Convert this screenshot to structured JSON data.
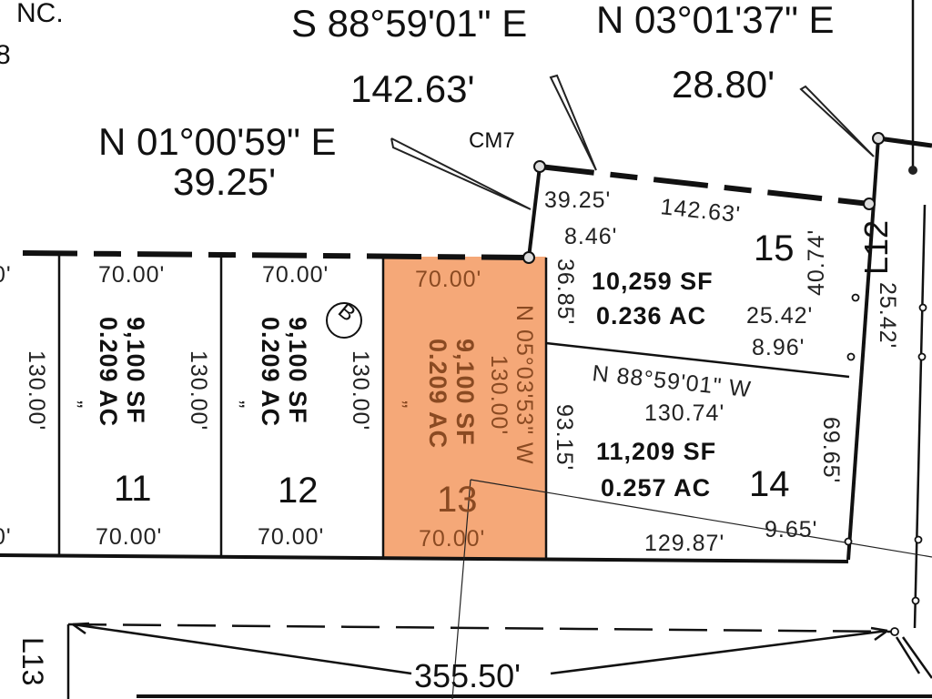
{
  "colors": {
    "highlight_lot": "#f5a878",
    "highlight_text": "#8a4a22",
    "linework": "#111111"
  },
  "edge_text": {
    "top_left_1": "NC.",
    "top_left_2": "8"
  },
  "courses": {
    "c1_bearing": "S 88°59'01\" E",
    "c1_distance": "142.63'",
    "c2_bearing": "N 03°01'37\" E",
    "c2_distance": "28.80'",
    "c3_bearing": "N 01°00'59\" E",
    "c3_distance": "39.25'"
  },
  "monument": "CM7",
  "lines": {
    "l12": "L12",
    "l13": "L13"
  },
  "overall_distance": "355.50'",
  "circle_label": "B",
  "lots": [
    {
      "number": "11",
      "area_sf": "9,100 SF",
      "area_ac": "0.209 AC",
      "front": "70.00'",
      "rear": "70.00'",
      "depth_left": "130.00'",
      "depth_right": "130.00'",
      "tick": "„"
    },
    {
      "number": "12",
      "area_sf": "9,100 SF",
      "area_ac": "0.209 AC",
      "front": "70.00'",
      "rear": "70.00'",
      "depth_right": "130.00'",
      "tick": "„"
    },
    {
      "number": "13",
      "area_sf": "9,100 SF",
      "area_ac": "0.209 AC",
      "front": "70.00'",
      "rear": "70.00'",
      "bearing": "N 05°03'53\" W",
      "depth": "130.00'",
      "tick": "„",
      "highlighted": true
    },
    {
      "number": "14",
      "area_sf": "11,209 SF",
      "area_ac": "0.257 AC",
      "north_bearing": "N 88°59'01\" W",
      "north_distance": "130.74'",
      "west": "93.15'",
      "east": "69.65'",
      "south": "129.87'",
      "arc": "9.65'"
    },
    {
      "number": "15",
      "area_sf": "10,259 SF",
      "area_ac": "0.236 AC",
      "north_1": "39.25'",
      "north_2": "142.63'",
      "west": "36.85'",
      "corner": "8.46'",
      "east": "40.74'",
      "arc_1": "25.42'",
      "arc_2": "8.96'"
    }
  ],
  "partial_lot_left": {
    "top": "0'",
    "bottom": "0'"
  },
  "right_side": {
    "arc": "25.42'"
  }
}
